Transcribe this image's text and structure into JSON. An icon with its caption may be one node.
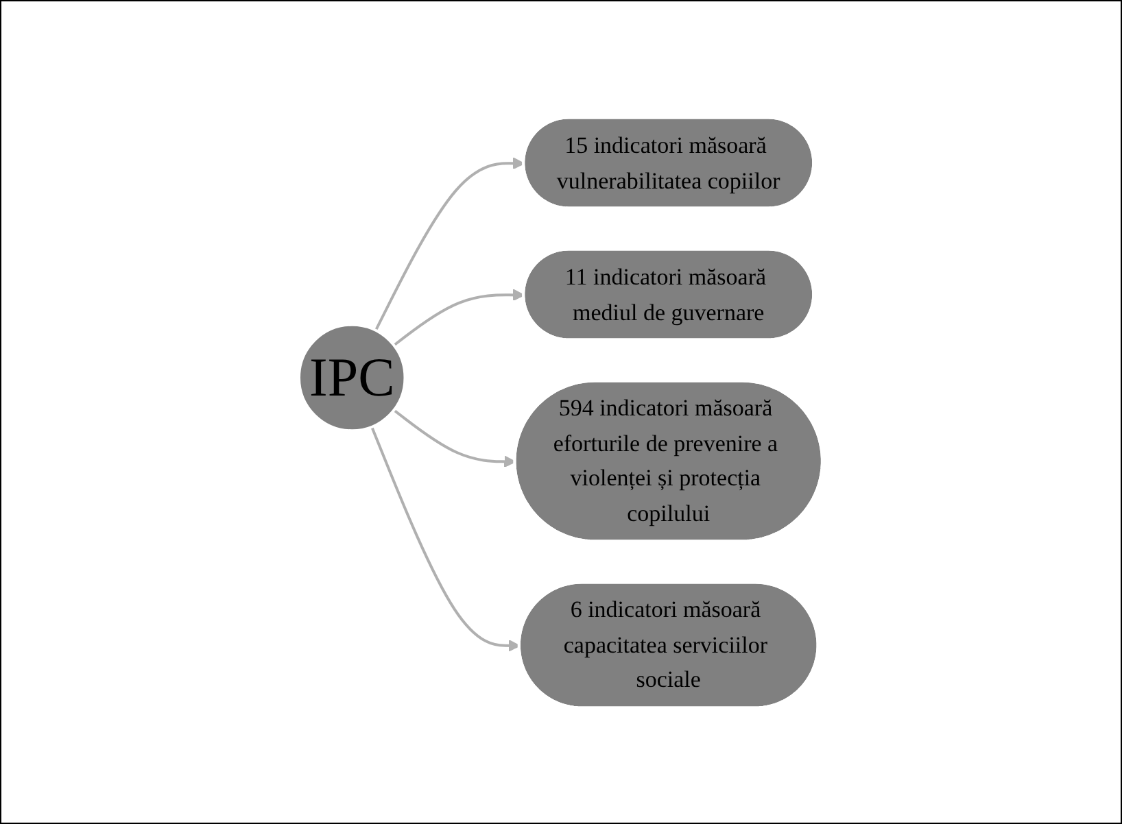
{
  "diagram": {
    "nodes": [
      {
        "text": [
          "IPC"
        ]
      },
      {
        "text": [
          "15 indicatori măsoară vulnerabilitatea copiilor"
        ]
      },
      {
        "text": [
          "11 indicatori măsoară mediul de guvernare"
        ]
      },
      {
        "text": [
          "594 indicatori măsoară eforturile de prevenire a violenței și protecția copilului"
        ]
      },
      {
        "text": [
          "6 indicatori măsoară capacitatea serviciilor sociale"
        ]
      }
    ],
    "edges": [
      {
        "from": 0,
        "to": 1,
        "arrow": "to"
      },
      {
        "from": 0,
        "to": 2,
        "arrow": "to"
      },
      {
        "from": 0,
        "to": 3,
        "arrow": "to"
      },
      {
        "from": 0,
        "to": 4,
        "arrow": "to"
      }
    ]
  }
}
